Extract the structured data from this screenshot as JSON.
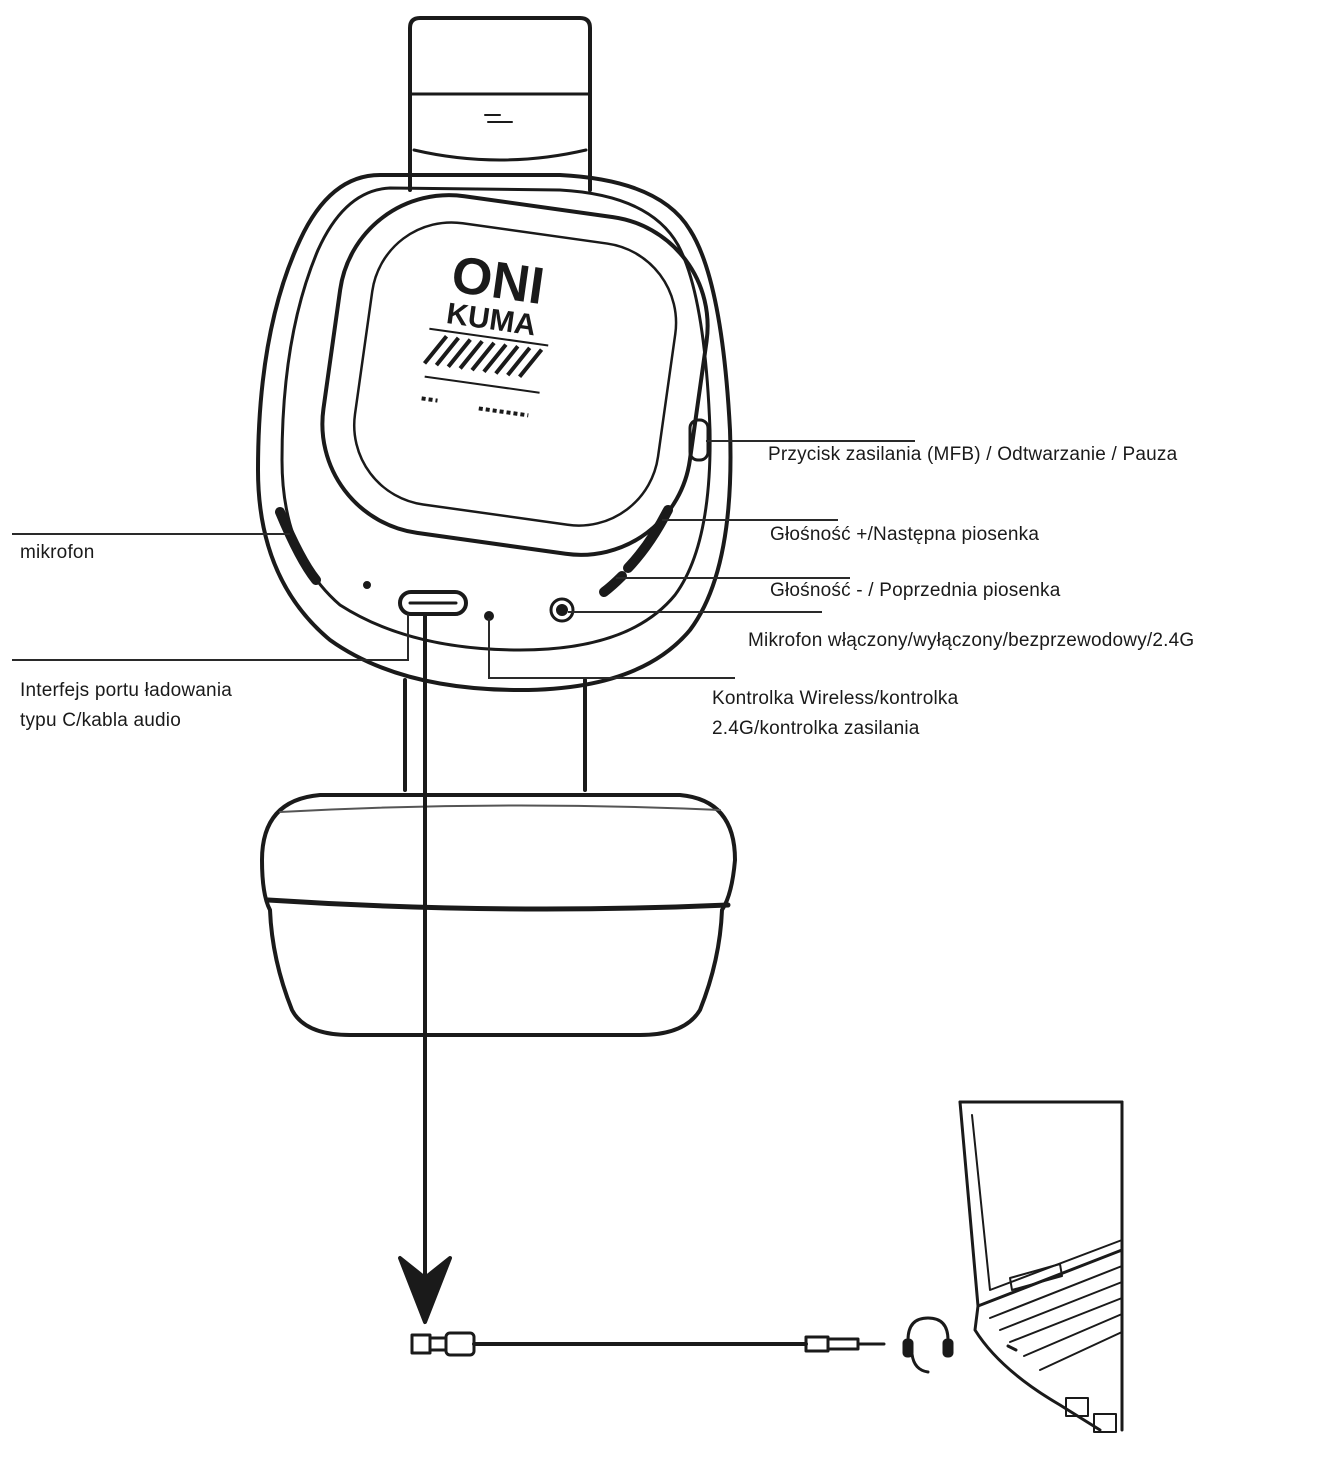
{
  "brand": {
    "line1": "ONI",
    "line2": "KUMA"
  },
  "callouts": {
    "power": "Przycisk zasilania (MFB) / Odtwarzanie / Pauza",
    "vol_up": "Głośność +/Następna piosenka",
    "vol_down": "Głośność - / Poprzednia piosenka",
    "mic_toggle": "Mikrofon włączony/wyłączony/bezprzewodowy/2.4G",
    "microphone": "mikrofon",
    "port_line1": "Interfejs portu ładowania",
    "port_line2": "typu C/kabla audio",
    "indicator_line1": "Kontrolka Wireless/kontrolka",
    "indicator_line2": "2.4G/kontrolka zasilania"
  },
  "colors": {
    "ink": "#1a1a1a",
    "leader": "#2a2a2a",
    "background": "#ffffff"
  }
}
